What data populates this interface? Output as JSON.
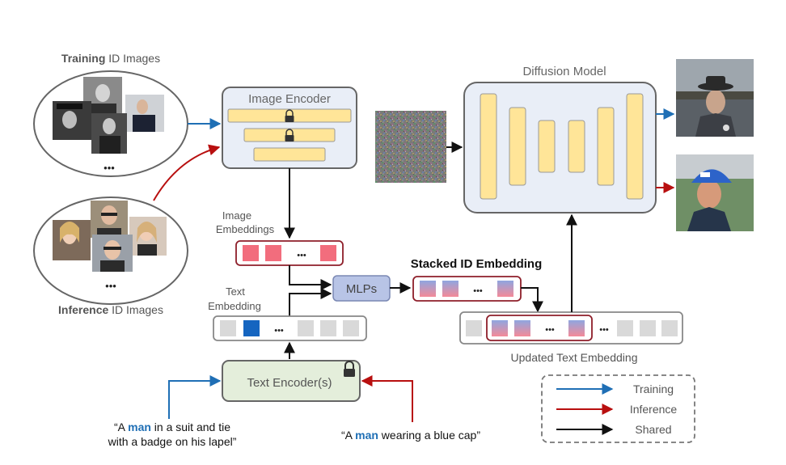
{
  "training_group": {
    "label_bold": "Training",
    "label_rest": " ID Images",
    "ellipsis": "•••"
  },
  "inference_group": {
    "label_bold": "Inference",
    "label_rest": " ID Images",
    "ellipsis": "•••"
  },
  "image_encoder": {
    "title": "Image Encoder"
  },
  "image_embeddings": {
    "label_line1": "Image",
    "label_line2": "Embeddings",
    "ellipsis": "•••"
  },
  "text_embedding": {
    "label_line1": "Text",
    "label_line2": "Embedding",
    "ellipsis": "•••"
  },
  "mlps": {
    "label": "MLPs"
  },
  "stacked": {
    "title": "Stacked ID Embedding",
    "ellipsis": "•••"
  },
  "updated": {
    "label": "Updated Text Embedding",
    "ellipsis": "•••",
    "ellipsis2": "•••"
  },
  "diffusion": {
    "title": "Diffusion Model"
  },
  "text_encoder": {
    "title": "Text Encoder(s)"
  },
  "prompt_training": {
    "line1_pre": "“A ",
    "keyword": "man",
    "line1_post": " in a suit and tie",
    "line2": "with a badge on his lapel”"
  },
  "prompt_inference": {
    "pre": "“A ",
    "keyword": "man",
    "post": " wearing a blue cap”"
  },
  "legend": {
    "training": "Training",
    "inference": "Inference",
    "shared": "Shared"
  },
  "colors": {
    "training": "#1f6fb5",
    "inference": "#b80f0f",
    "shared": "#111111",
    "keyword": "#1f6fb5",
    "token_blue": "#1565c0",
    "token_pink": "#f26d7d",
    "token_gray": "#d9d9d9",
    "encoder_fill": "#e9eef7",
    "text_encoder_fill": "#e4eedb",
    "mlp_fill": "#b8c4e6",
    "block_yellow": "#ffe598"
  },
  "icons": [
    "lock-icon",
    "noise-image",
    "face-photo"
  ]
}
